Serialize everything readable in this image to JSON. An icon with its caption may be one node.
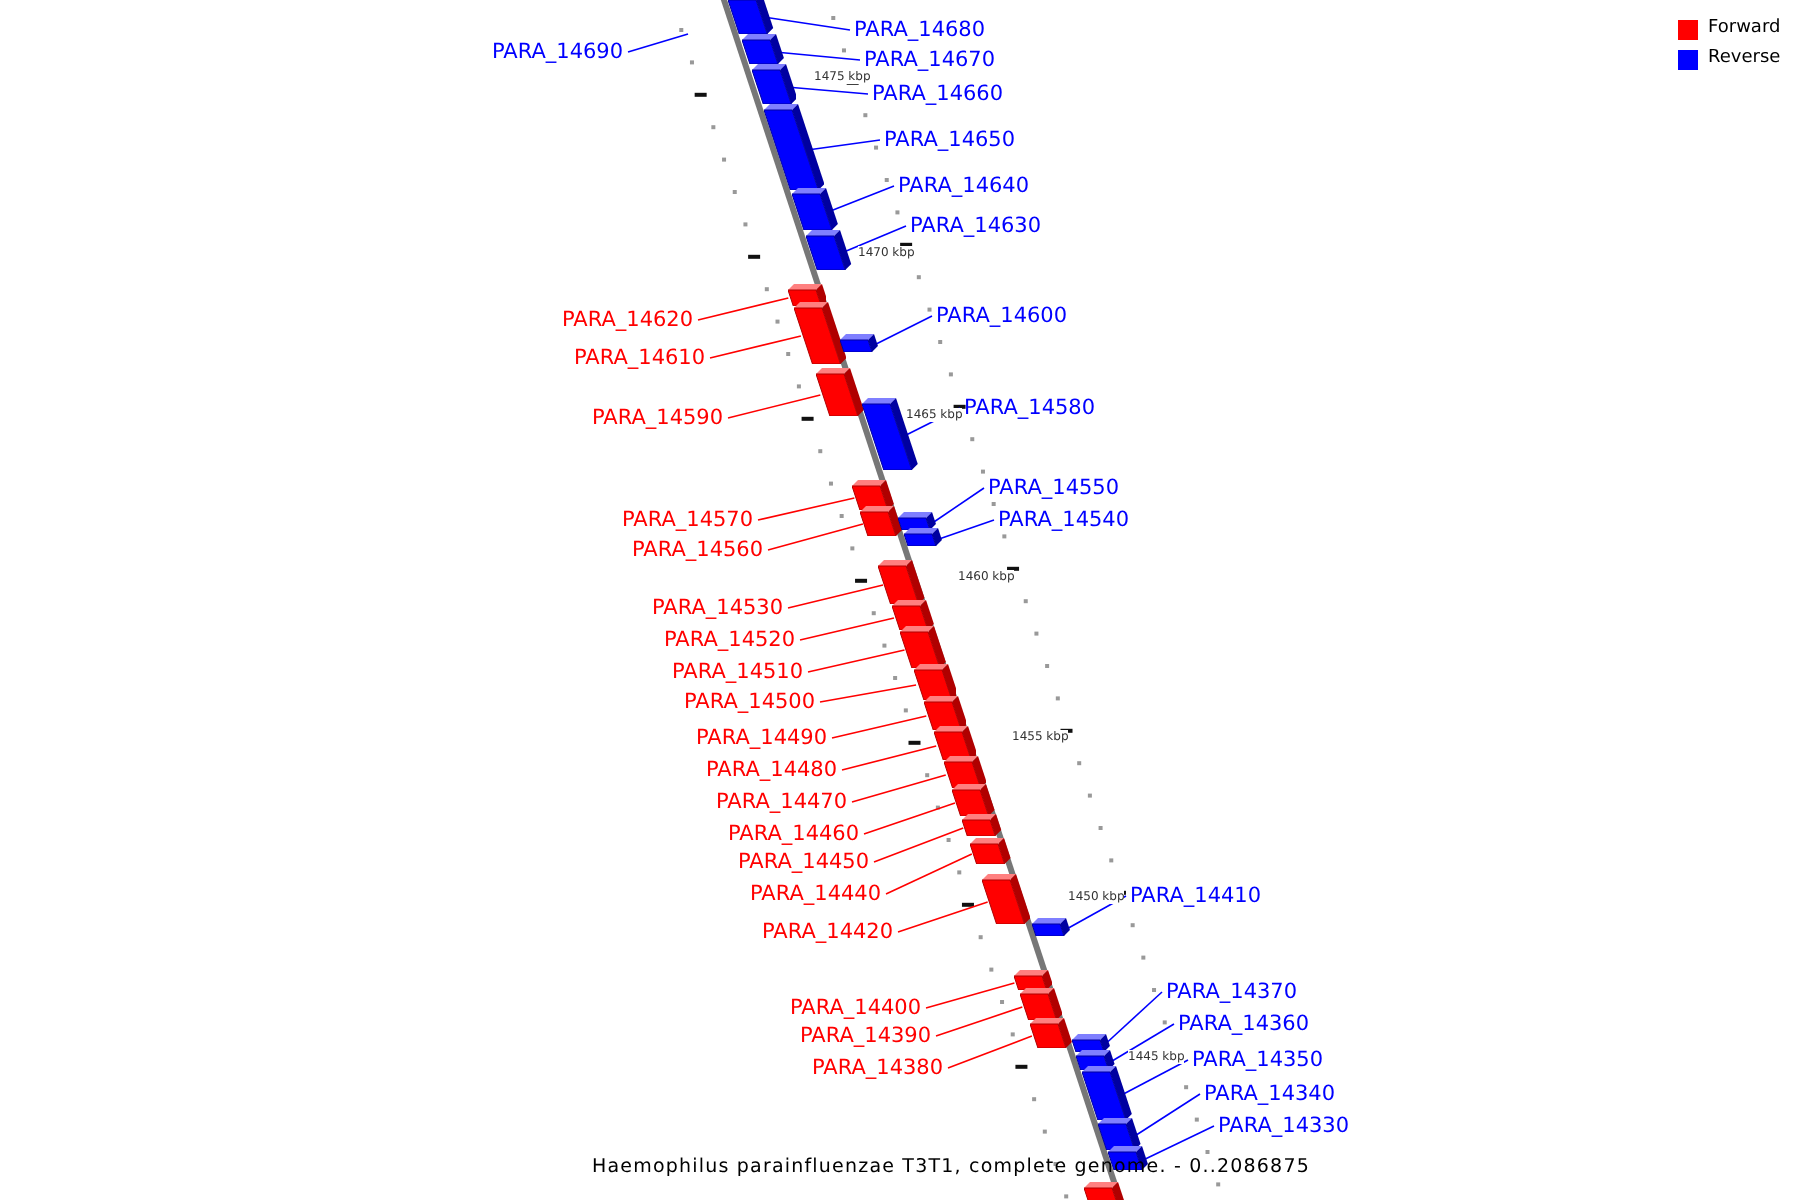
{
  "diagram": {
    "caption": "Haemophilus parainfluenzae T3T1, complete genome. - 0..2086875",
    "nodes": [
      {
        "text": [
          "PARA_14680"
        ]
      },
      {
        "text": [],
        "shape": "bar"
      },
      {
        "text": [
          "PARA_14690"
        ]
      },
      {
        "text": [
          "PARA_14670"
        ]
      },
      {
        "text": [],
        "shape": "bar"
      },
      {
        "text": [
          "PARA_14660"
        ]
      },
      {
        "text": [],
        "shape": "bar"
      },
      {
        "text": [
          "PARA_14650"
        ]
      },
      {
        "text": [],
        "shape": "bar"
      },
      {
        "text": [
          "PARA_14640"
        ]
      },
      {
        "text": [],
        "shape": "bar"
      },
      {
        "text": [
          "PARA_14630"
        ]
      },
      {
        "text": [],
        "shape": "bar"
      },
      {
        "text": [
          "PARA_14620"
        ]
      },
      {
        "text": [],
        "shape": "bar"
      },
      {
        "text": [
          "PARA_14610"
        ]
      },
      {
        "text": [],
        "shape": "bar"
      },
      {
        "text": [
          "PARA_14600"
        ]
      },
      {
        "text": [],
        "shape": "bar"
      },
      {
        "text": [
          "PARA_14590"
        ]
      },
      {
        "text": [],
        "shape": "bar"
      },
      {
        "text": [
          "PARA_14580"
        ]
      },
      {
        "text": [],
        "shape": "bar"
      },
      {
        "text": [
          "PARA_14570"
        ]
      },
      {
        "text": [],
        "shape": "bar"
      },
      {
        "text": [
          "PARA_14560"
        ]
      },
      {
        "text": [],
        "shape": "bar"
      },
      {
        "text": [
          "PARA_14550"
        ]
      },
      {
        "text": [],
        "shape": "bar"
      },
      {
        "text": [
          "PARA_14540"
        ]
      },
      {
        "text": [],
        "shape": "bar"
      },
      {
        "text": [
          "PARA_14530"
        ]
      },
      {
        "text": [],
        "shape": "bar"
      },
      {
        "text": [
          "PARA_14520"
        ]
      },
      {
        "text": [],
        "shape": "bar"
      },
      {
        "text": [
          "PARA_14510"
        ]
      },
      {
        "text": [],
        "shape": "bar"
      },
      {
        "text": [
          "PARA_14500"
        ]
      },
      {
        "text": [],
        "shape": "bar"
      },
      {
        "text": [
          "PARA_14490"
        ]
      },
      {
        "text": [],
        "shape": "bar"
      },
      {
        "text": [
          "PARA_14480"
        ]
      },
      {
        "text": [],
        "shape": "bar"
      },
      {
        "text": [
          "PARA_14470"
        ]
      },
      {
        "text": [],
        "shape": "bar"
      },
      {
        "text": [
          "PARA_14460"
        ]
      },
      {
        "text": [],
        "shape": "bar"
      },
      {
        "text": [
          "PARA_14450"
        ]
      },
      {
        "text": [],
        "shape": "bar"
      },
      {
        "text": [
          "PARA_14440"
        ]
      },
      {
        "text": [],
        "shape": "bar"
      },
      {
        "text": [
          "PARA_14420"
        ]
      },
      {
        "text": [],
        "shape": "bar"
      },
      {
        "text": [
          "PARA_14410"
        ]
      },
      {
        "text": [],
        "shape": "bar"
      },
      {
        "text": [
          "PARA_14400"
        ]
      },
      {
        "text": [],
        "shape": "bar"
      },
      {
        "text": [
          "PARA_14390"
        ]
      },
      {
        "text": [],
        "shape": "bar"
      },
      {
        "text": [
          "PARA_14380"
        ]
      },
      {
        "text": [],
        "shape": "bar"
      },
      {
        "text": [
          "PARA_14370"
        ]
      },
      {
        "text": [],
        "shape": "bar"
      },
      {
        "text": [
          "PARA_14360"
        ]
      },
      {
        "text": [],
        "shape": "bar"
      },
      {
        "text": [
          "PARA_14350"
        ]
      },
      {
        "text": [],
        "shape": "bar"
      },
      {
        "text": [
          "PARA_14340"
        ]
      },
      {
        "text": [],
        "shape": "bar"
      },
      {
        "text": [
          "PARA_14330"
        ]
      },
      {
        "text": [],
        "shape": "bar"
      },
      {
        "text": [],
        "shape": "bar"
      }
    ],
    "edges": [
      {
        "from": 0,
        "to": 1,
        "arrow": "none",
        "color": "#0000ff"
      },
      {
        "from": 2,
        "to": null,
        "arrow": "none",
        "color": "#0000ff"
      },
      {
        "from": 3,
        "to": 4,
        "arrow": "none",
        "color": "#0000ff"
      },
      {
        "from": 5,
        "to": 6,
        "arrow": "none",
        "color": "#0000ff"
      },
      {
        "from": 7,
        "to": 8,
        "arrow": "none",
        "color": "#0000ff"
      },
      {
        "from": 9,
        "to": 10,
        "arrow": "none",
        "color": "#0000ff"
      },
      {
        "from": 11,
        "to": 12,
        "arrow": "none",
        "color": "#0000ff"
      },
      {
        "from": 13,
        "to": 14,
        "arrow": "none"
      },
      {
        "from": 15,
        "to": 16,
        "arrow": "none"
      },
      {
        "from": 17,
        "to": 18,
        "arrow": "none",
        "color": "#0000ff"
      },
      {
        "from": 19,
        "to": 20,
        "arrow": "none"
      },
      {
        "from": 21,
        "to": 22,
        "arrow": "none",
        "color": "#0000ff"
      },
      {
        "from": 23,
        "to": 24,
        "arrow": "none"
      },
      {
        "from": 25,
        "to": 26,
        "arrow": "none"
      },
      {
        "from": 27,
        "to": 28,
        "arrow": "none",
        "color": "#0000ff"
      },
      {
        "from": 29,
        "to": 30,
        "arrow": "none",
        "color": "#0000ff"
      },
      {
        "from": 31,
        "to": 32,
        "arrow": "none"
      },
      {
        "from": 33,
        "to": 34,
        "arrow": "none"
      },
      {
        "from": 35,
        "to": 36,
        "arrow": "none"
      },
      {
        "from": 37,
        "to": 38,
        "arrow": "none"
      },
      {
        "from": 39,
        "to": 40,
        "arrow": "none"
      },
      {
        "from": 41,
        "to": 42,
        "arrow": "none"
      },
      {
        "from": 43,
        "to": 44,
        "arrow": "none"
      },
      {
        "from": 45,
        "to": 46,
        "arrow": "none"
      },
      {
        "from": 47,
        "to": 48,
        "arrow": "none"
      },
      {
        "from": 49,
        "to": 50,
        "arrow": "none"
      },
      {
        "from": 51,
        "to": 52,
        "arrow": "none"
      },
      {
        "from": 53,
        "to": 54,
        "arrow": "none",
        "color": "#0000ff"
      },
      {
        "from": 55,
        "to": 56,
        "arrow": "none"
      },
      {
        "from": 57,
        "to": 58,
        "arrow": "none"
      },
      {
        "from": 59,
        "to": 60,
        "arrow": "none"
      },
      {
        "from": 61,
        "to": 62,
        "arrow": "none",
        "color": "#0000ff"
      },
      {
        "from": 63,
        "to": 64,
        "arrow": "none",
        "color": "#0000ff"
      },
      {
        "from": 65,
        "to": 66,
        "arrow": "none",
        "color": "#0000ff"
      },
      {
        "from": 67,
        "to": 68,
        "arrow": "none",
        "color": "#0000ff"
      },
      {
        "from": 69,
        "to": 70,
        "arrow": "none",
        "color": "#0000ff"
      }
    ],
    "labels": [
      "1475 kbp",
      "1470 kbp",
      "1465 kbp",
      "1460 kbp",
      "1455 kbp",
      "1450 kbp",
      "1445 kbp"
    ],
    "legend": [
      {
        "text": "Forward",
        "color": "#ff0000"
      },
      {
        "text": "Reverse",
        "color": "#0000ff"
      }
    ]
  }
}
